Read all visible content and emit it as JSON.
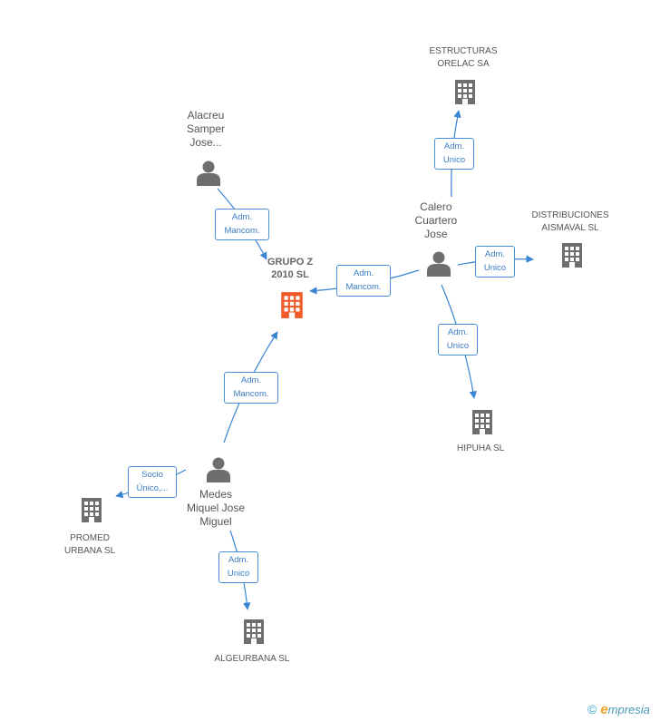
{
  "colors": {
    "edge": "#3a84d4",
    "company": "#6e6e6e",
    "company_focus": "#f05a28",
    "person": "#6e6e6e"
  },
  "nodes": {
    "grupo_z": {
      "lines": [
        "GRUPO Z",
        "2010 SL"
      ],
      "type": "company",
      "focus": true
    },
    "estructuras": {
      "lines": [
        "ESTRUCTURAS",
        "ORELAC SA"
      ],
      "type": "company"
    },
    "distribuciones": {
      "lines": [
        "DISTRIBUCIONES",
        "AISMAVAL  SL"
      ],
      "type": "company"
    },
    "hipuha": {
      "lines": [
        "HIPUHA SL"
      ],
      "type": "company"
    },
    "promed": {
      "lines": [
        "PROMED",
        "URBANA SL"
      ],
      "type": "company"
    },
    "algeurbana": {
      "lines": [
        "ALGEURBANA SL"
      ],
      "type": "company"
    },
    "alacreu": {
      "lines": [
        "Alacreu",
        "Samper",
        "Jose..."
      ],
      "type": "person"
    },
    "calero": {
      "lines": [
        "Calero",
        "Cuartero",
        "Jose"
      ],
      "type": "person"
    },
    "medes": {
      "lines": [
        "Medes",
        "Miquel Jose",
        "Miguel"
      ],
      "type": "person"
    }
  },
  "edges": [
    {
      "from": "alacreu",
      "to": "grupo_z",
      "label": [
        "Adm.",
        "Mancom."
      ]
    },
    {
      "from": "calero",
      "to": "grupo_z",
      "label": [
        "Adm.",
        "Mancom."
      ]
    },
    {
      "from": "medes",
      "to": "grupo_z",
      "label": [
        "Adm.",
        "Mancom."
      ]
    },
    {
      "from": "calero",
      "to": "estructuras",
      "label": [
        "Adm.",
        "Unico"
      ]
    },
    {
      "from": "calero",
      "to": "distribuciones",
      "label": [
        "Adm.",
        "Unico"
      ]
    },
    {
      "from": "calero",
      "to": "hipuha",
      "label": [
        "Adm.",
        "Unico"
      ]
    },
    {
      "from": "medes",
      "to": "promed",
      "label": [
        "Socio",
        "Único,..."
      ]
    },
    {
      "from": "medes",
      "to": "algeurbana",
      "label": [
        "Adm.",
        "Unico"
      ]
    }
  ],
  "footer": {
    "copyright": "©",
    "brand_first": "e",
    "brand_rest": "mpresia"
  }
}
